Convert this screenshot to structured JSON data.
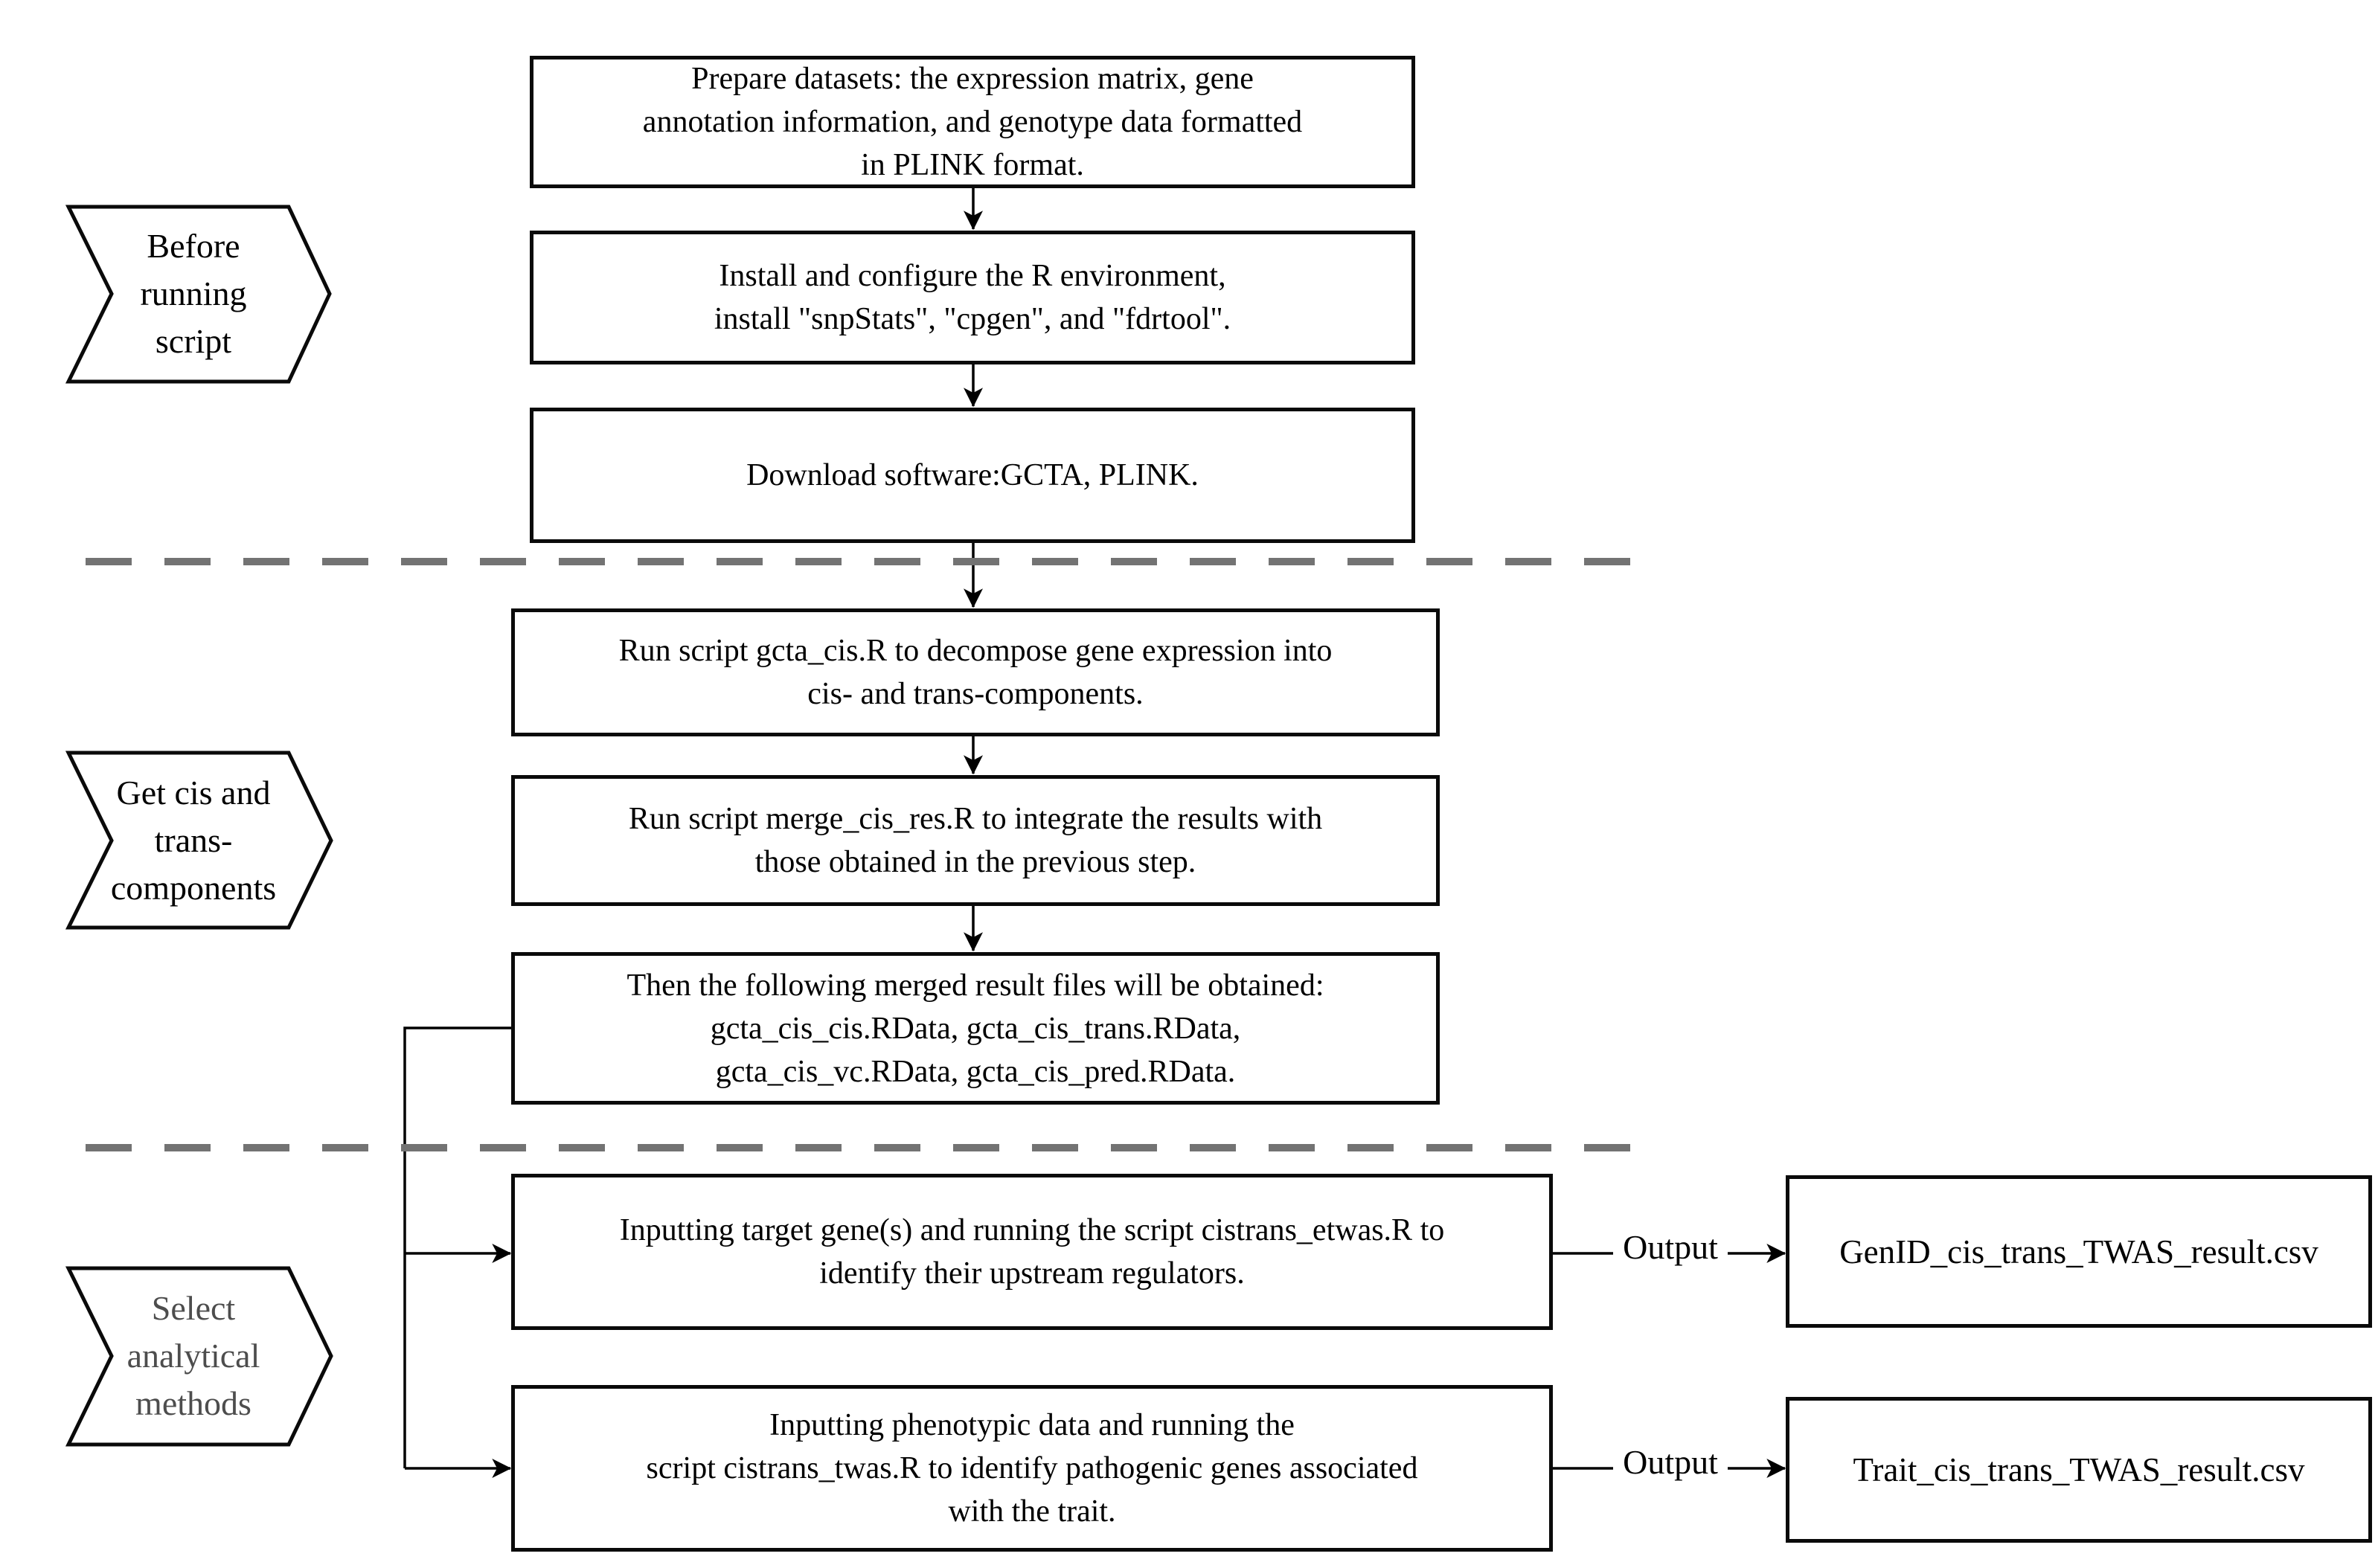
{
  "flow": {
    "stages": [
      {
        "lines": [
          "Before",
          "running",
          "script"
        ]
      },
      {
        "lines": [
          "Get cis and",
          "trans-",
          "components"
        ]
      },
      {
        "lines": [
          "Select",
          "analytical",
          "methods"
        ]
      }
    ],
    "steps": [
      {
        "lines": [
          "Prepare datasets: the expression matrix, gene",
          "annotation information, and genotype data formatted",
          "in PLINK format."
        ]
      },
      {
        "lines": [
          "Install and configure the R environment,",
          "install \"snpStats\", \"cpgen\", and \"fdrtool\"."
        ]
      },
      {
        "lines": [
          "Download software:GCTA, PLINK."
        ]
      },
      {
        "lines": [
          "Run script gcta_cis.R to decompose gene expression into",
          "cis- and trans-components."
        ]
      },
      {
        "lines": [
          "Run script merge_cis_res.R to integrate the results with",
          "those obtained in the previous step."
        ]
      },
      {
        "lines": [
          "Then the following merged result files will be obtained:",
          "gcta_cis_cis.RData, gcta_cis_trans.RData,",
          "gcta_cis_vc.RData, gcta_cis_pred.RData."
        ]
      },
      {
        "lines": [
          "Inputting target gene(s) and running the script cistrans_etwas.R to",
          "identify their upstream regulators."
        ]
      },
      {
        "lines": [
          "Inputting phenotypic data and running the",
          "script cistrans_twas.R to identify pathogenic genes associated",
          "with the trait."
        ]
      }
    ],
    "outputs": [
      {
        "label": "Output",
        "file": "GenID_cis_trans_TWAS_result.csv"
      },
      {
        "label": "Output",
        "file": "Trait_cis_trans_TWAS_result.csv"
      }
    ],
    "colors": {
      "line": "#000000",
      "divider": "#737373",
      "stage_muted_text": "#4d4d4d"
    }
  }
}
